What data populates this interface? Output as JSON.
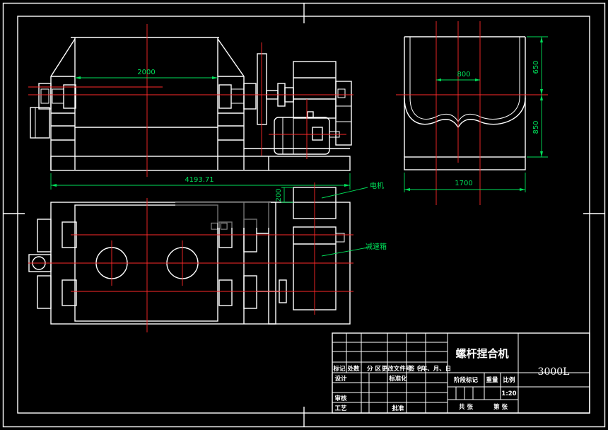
{
  "dimensions": {
    "top_length": "2000",
    "overall_length": "4193.71",
    "motor_offset": "200",
    "side_width_inner": "800",
    "side_width": "1700",
    "side_height_top": "650",
    "side_height_bottom": "850"
  },
  "labels": {
    "motor": "电机",
    "reducer": "减速箱"
  },
  "title_block": {
    "title": "螺杆捏合机",
    "capacity": "3000L",
    "row_headers": [
      "标记",
      "处数",
      "分 区",
      "更改文件号",
      "签 名",
      "年、月、日"
    ],
    "design": "设计",
    "standardization": "标准化",
    "review": "审核",
    "process": "工艺",
    "approve": "批准",
    "stage_mark": "阶段标记",
    "weight": "重量",
    "scale_label": "比例",
    "scale_value": "1:20",
    "sheets_total": "共 张",
    "sheet_no": "第 张"
  },
  "colors": {
    "background": "#000000",
    "linework": "#ffffff",
    "centerline": "#ff2a2a",
    "dimension": "#00e05a"
  }
}
